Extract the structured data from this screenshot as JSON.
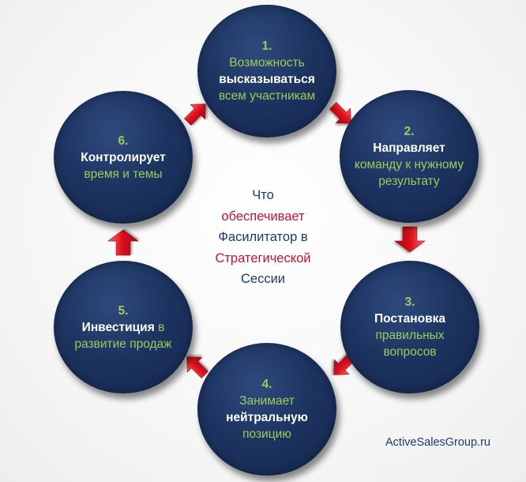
{
  "diagram": {
    "center": {
      "line1": "Что",
      "line2": "обеспечивает",
      "line3": "Фасилитатор в",
      "line4": "Стратегической",
      "line5": "Сессии"
    },
    "nodes": [
      {
        "num": "1.",
        "pre": "Возможность",
        "bold": "высказываться",
        "post": "всем участникам"
      },
      {
        "num": "2.",
        "pre": "",
        "bold": "Направляет",
        "post": "команду к нужному результату"
      },
      {
        "num": "3.",
        "pre": "",
        "bold": "Постановка",
        "post": "правильных вопросов"
      },
      {
        "num": "4.",
        "pre": "Занимает",
        "bold": "нейтральную",
        "post": "позицию"
      },
      {
        "num": "5.",
        "pre": "",
        "bold": "Инвестиция",
        "post": "в развитие продаж"
      },
      {
        "num": "6.",
        "pre": "",
        "bold": "Контролирует",
        "post": "время и темы"
      }
    ],
    "watermark": "ActiveSalesGroup.ru",
    "colors": {
      "circle": "#1d3461",
      "accent_green": "#9ccc5a",
      "accent_red": "#c0152f",
      "text_blue": "#1f3a68",
      "arrow": "#d8101e"
    }
  }
}
